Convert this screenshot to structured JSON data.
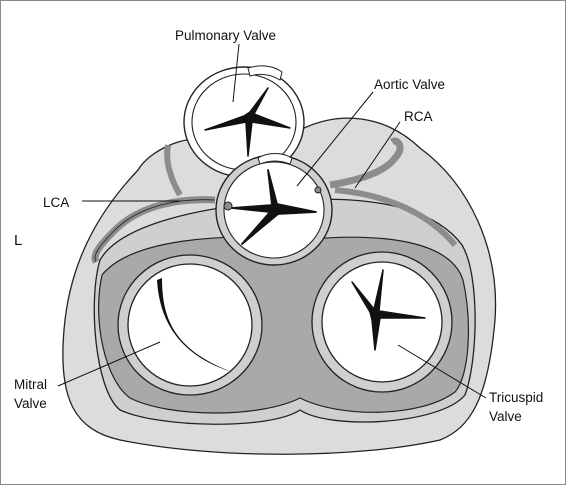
{
  "labels": {
    "pulmonary_valve": "Pulmonary Valve",
    "aortic_valve": "Aortic Valve",
    "rca": "RCA",
    "lca": "LCA",
    "side_l": "L",
    "mitral_1": "Mitral",
    "mitral_2": "Valve",
    "tricuspid_1": "Tricuspid",
    "tricuspid_2": "Valve"
  },
  "colors": {
    "background": "#ffffff",
    "border": "#8a8a8a",
    "outer_tissue": "#dcdcdc",
    "inner_tissue": "#cfcfcf",
    "muscle_ring": "#a9a9a9",
    "artery": "#8c8c8c",
    "outline": "#222222",
    "valve_leaflet": "#ffffff",
    "coaptation": "#111111"
  }
}
